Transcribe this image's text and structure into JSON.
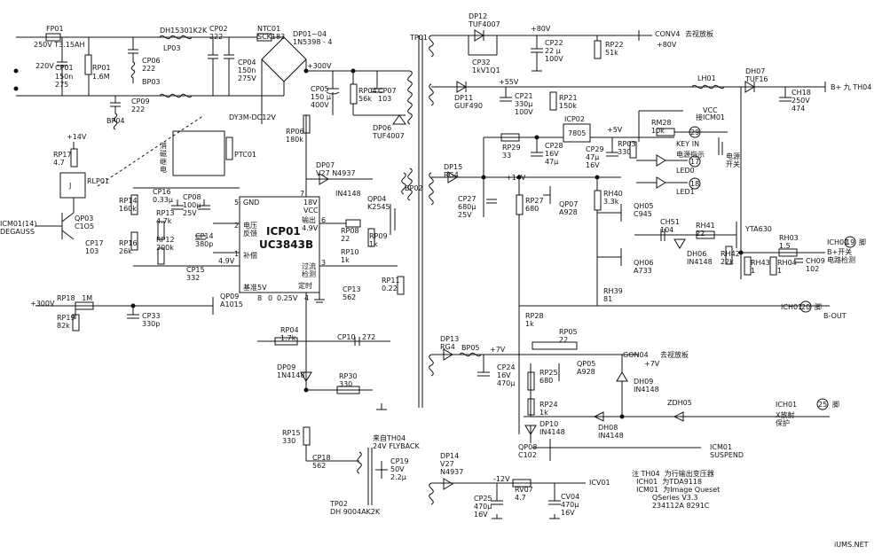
{
  "labels": {
    "fp01": "FP01",
    "fuse": "250V T3.15AH",
    "v220": "220V",
    "cp01": "CP01",
    "cp01v": "150n\n275",
    "rp01": "RP01",
    "rp01v": "1.6M",
    "cp06": "CP06\n222",
    "bp03": "BP03",
    "cp09": "CP09\n222",
    "bp04": "BP04",
    "dh": "DH15301K2K",
    "lp03": "LP03",
    "cp02": "CP02\n222",
    "cp04": "CP04\n150n\n275V",
    "ntc": "NTC01\nSCK183",
    "dp0104": "DP01~04\n1N5398 - 4",
    "v300a": "+300V",
    "cp05": "CP05\n150 μ\n400V",
    "rp04": "RP04\n56k",
    "cp07": "CP07\n103",
    "dp06": "DP06\nTUF4007",
    "rp06": "RP06\n180k",
    "dp07": "DP07\nV27 N4937",
    "relay": "DY3M-DC12V",
    "ptc": "PTC01",
    "relayCn": "消\n磁\n继\n电",
    "plus14": "+14V",
    "rp17": "RP17\n4.7",
    "rlp": "RLP01",
    "j": "J",
    "degauss": "ICM01(14)\nDEGAUSS",
    "qp03": "QP03\nC1O5",
    "cp17": "CP17\n103",
    "rp16": "RP16\n26k",
    "rp14": "RP14\n160k",
    "cp16": "CP16\n0.33μ",
    "rp13": "RP13\n4.7k",
    "cp08": "CP08\n100μ\n25V",
    "rp12": "RP12\n200k",
    "cp14": "CP14\n380p",
    "cp15": "CP15\n332",
    "icp01": "ICP01",
    "uc": "UC3843B",
    "pinVfb": "电压\n反馈",
    "pinComp": "补偿",
    "pinVref": "基准5V",
    "pinGnd": "GND",
    "pinVcc": "18V\nVCC",
    "pinOut": "输出\n4.9V",
    "pinIs": "过流\n检测",
    "pinRt": "定时",
    "p2": "2",
    "p1": "1",
    "p8": "8",
    "p4": "4",
    "p5": "5",
    "p7": "7",
    "p6": "6",
    "p3": "3",
    "v0": "0",
    "v25": "0.25V",
    "v49": "4.9V",
    "in4148a": "IN4148",
    "qp04": "QP04\nK2545",
    "rp08": "RP08\n22",
    "rp09": "RP09\n1k",
    "rp10": "RP10\n1k",
    "cp13": "CP13\n562",
    "rp11": "RP11\n0.22",
    "v300b": "+300V",
    "rp18": "RP18   1M",
    "rp19": "RP19\n82k",
    "cp33": "CP33\n330p",
    "qp09": "QP09\nA1015",
    "rp04b": "RP04\n1.7k",
    "cp10": "CP10",
    "cp10v": "272",
    "dp09": "DP09\n1N4148",
    "rp30": "RP30\n330",
    "rp15": "RP15\n330",
    "cp18": "CP18\n562",
    "th04": "来自TH04\n24V FLYBACK",
    "cp19": "CP19\n50V\n2.2μ",
    "tp02": "TP02\nDH 9004AK2K",
    "tp01": "TP01",
    "bp02": "BP02",
    "dp12": "DP12\nTUF4007",
    "v80": "+80V",
    "conv4": "CONV4",
    "goHalf": "去视放板",
    "cp22": "CP22\n22 μ\n100V",
    "rp22": "RP22\n51k",
    "plus80": "+80V",
    "cp32": "CP32\n1kV1Q1",
    "dp11": "DP11\nGUF490",
    "v55": "+55V",
    "cp21": "CP21\n330μ\n100V",
    "rp21": "RP21\n150k",
    "lh01": "LH01",
    "dh07": "DH07\nTUF16",
    "ch18": "CH18\n250V\n474",
    "bplus": "B+ 九 TH04",
    "icp02": "ICP02",
    "reg": "7805",
    "v5": "+5V",
    "rp29": "RP29\n33",
    "cp28": "CP28\n16V\n47μ",
    "cp29": "CP29\n47μ\n16V",
    "rp03": "RP03\n330",
    "rm28": "RM28\n10k",
    "vcc": "VCC",
    "vccIc": "接ICM01",
    "p29": "29",
    "keyin": "KEY IN",
    "led0": "LED0",
    "ledIndic": "电源指示",
    "p17": "17",
    "power": "电源\n开关",
    "led1": "LED1",
    "p18": "18",
    "dp15": "DP15\nRG4",
    "cp27": "CP27\n680μ\n25V",
    "v14": "+14V",
    "rp27": "RP27\n680",
    "qp07": "QP07\nA928",
    "rh40": "RH40\n3.3k",
    "qh05": "QH05\nC945",
    "ch51": "CH51\n104",
    "rh41": "RH41\n22",
    "qh06": "QH06\nA733",
    "dh06": "DH06\nIN4148",
    "rh42": "RH42\n22k",
    "yta": "YTA630",
    "rh43": "RH43\n1",
    "rh04": "RH04\n1",
    "ch09": "CH09\n102",
    "rh03": "RH03\n1.5",
    "ich19": "ICH01",
    "p19": "19",
    "pin19": "脚",
    "bCheck": "B+开关\n电路检测",
    "rh39": "RH39\n81",
    "ich20": "ICH01",
    "p20": "20",
    "pin20": "脚",
    "bout": "B-OUT",
    "rp28": "RP28\n1k",
    "dp13": "DP13\nRG4",
    "bp05": "BP05",
    "v7": "+7V",
    "rp05": "RP05\n22",
    "gon": "GON04",
    "v7b": "+7V",
    "goHalf2": "去视放板",
    "cp24": "CP24\n16V\n470μ",
    "rp25": "RP25\n680",
    "qp05": "QP05\nA928",
    "dh09": "DH09\nIN4148",
    "rp24": "RP24\n1k",
    "dp10": "DP10\nIN4148",
    "dh08": "DH08\nIN4148",
    "zdh": "ZDH05",
    "ich25": "ICH01",
    "p25": "25",
    "pin25": "脚",
    "xprot": "X放射\n保护",
    "qp08": "QP08\nC102",
    "suspend": "ICM01\nSUSPEND",
    "dp14": "DP14\nV27\nN4937",
    "v12": "-12V",
    "rv07": "RV07\n4.7",
    "cv04": "CV04\n470μ\n16V",
    "cp25": "CP25\n470μ\n16V",
    "cv01": "ICV01",
    "note": "注 TH04  为行输出变压器\n  ICH01  为TDA9118\n  ICM01  为Image Queset\n         QSeries V3.3\n         234112A 8291C",
    "wm": "iUMS.NET"
  }
}
